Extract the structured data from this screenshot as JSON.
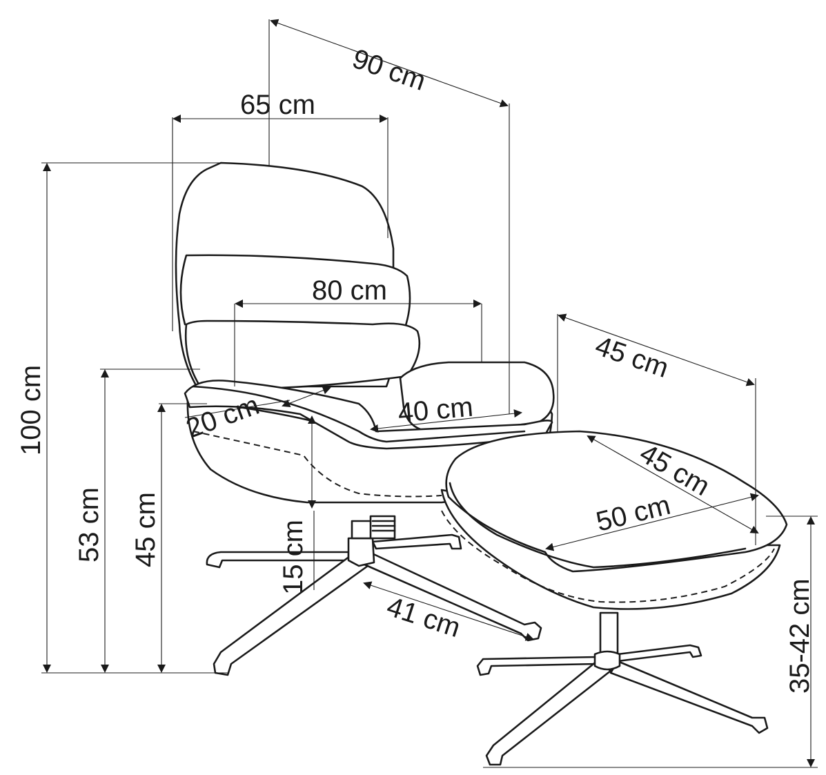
{
  "labels": {
    "chair_depth": "90 cm",
    "chair_width": "65 cm",
    "chair_height": "100 cm",
    "arm_width": "80 cm",
    "seat_depth": "40 cm",
    "armrest_height": "20 cm",
    "armrest_floor_height": "53 cm",
    "seat_height": "45 cm",
    "seat_thickness": "15 cm",
    "base_radius": "41 cm",
    "ottoman_depth": "45 cm",
    "ottoman_top_depth": "45 cm",
    "ottoman_width": "50 cm",
    "ottoman_height": "35-42 cm"
  }
}
